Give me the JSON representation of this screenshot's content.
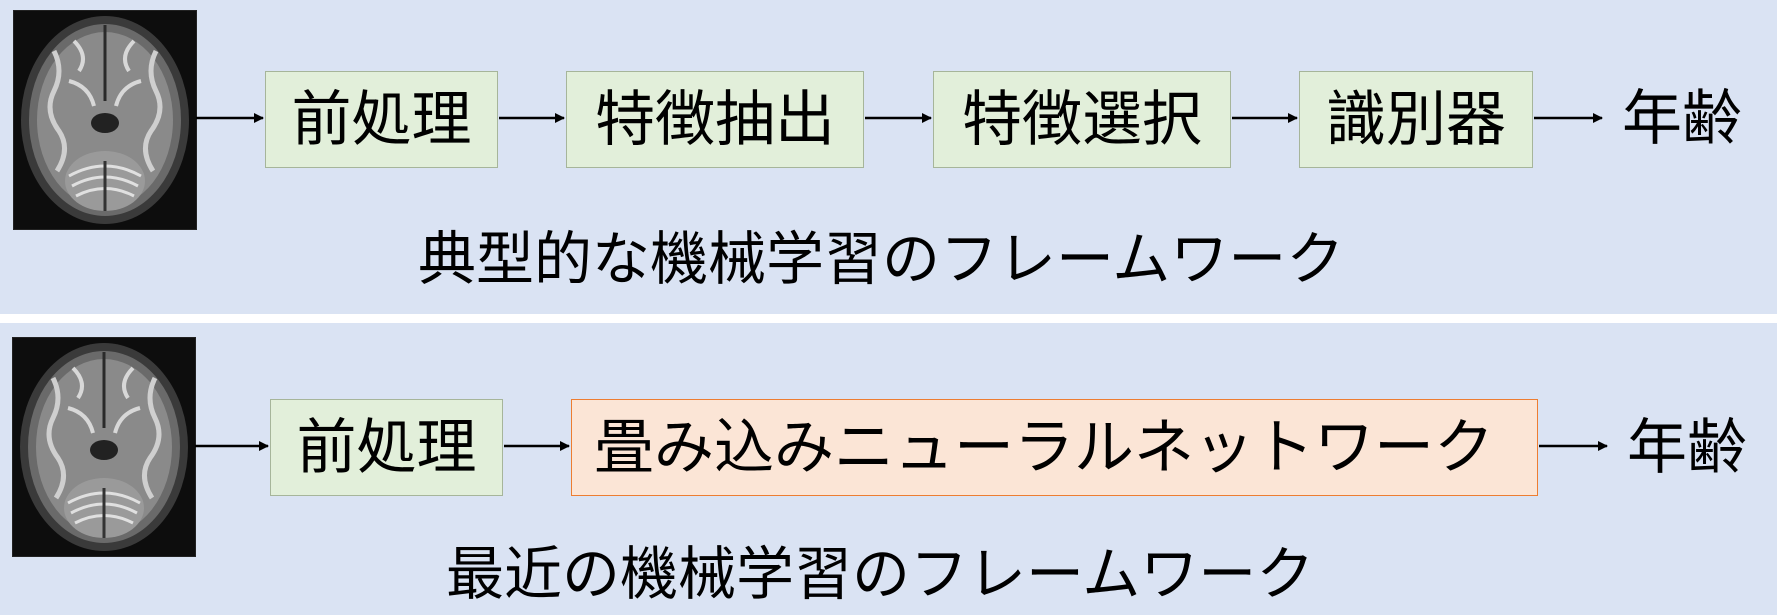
{
  "top": {
    "steps": [
      "前処理",
      "特徴抽出",
      "特徴選択",
      "識別器"
    ],
    "output": "年齢",
    "caption": "典型的な機械学習のフレームワーク"
  },
  "bottom": {
    "steps": [
      "前処理",
      "畳み込みニューラルネットワーク"
    ],
    "output": "年齢",
    "caption": "最近の機械学習のフレームワーク"
  },
  "colors": {
    "background": "#dae3f3",
    "green_box": "#e2efda",
    "orange_box": "#fbe5d6",
    "orange_border": "#ed7d31"
  }
}
